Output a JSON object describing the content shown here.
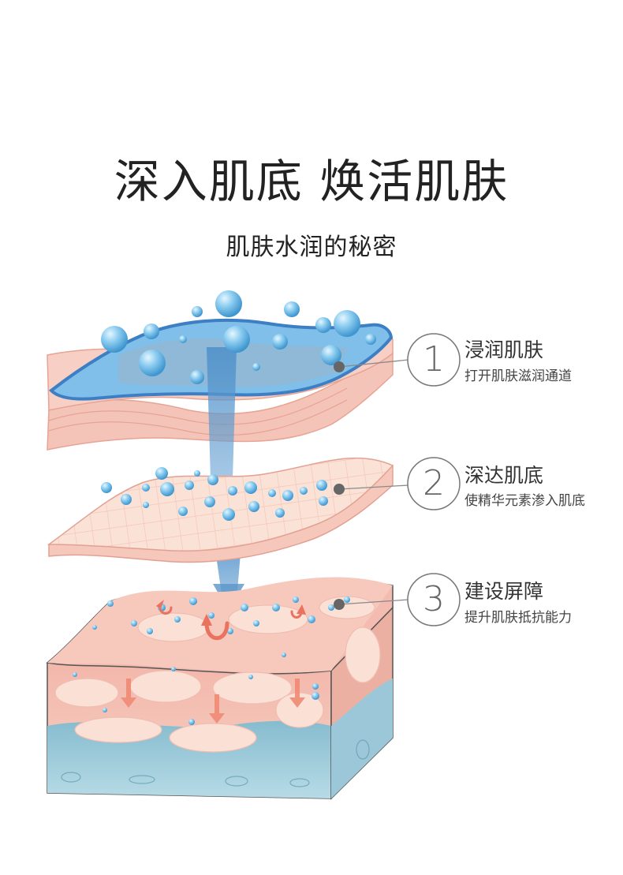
{
  "title": "深入肌底 焕活肌肤",
  "subtitle": "肌肤水润的秘密",
  "steps": [
    {
      "number": "1",
      "title": "浸润肌肤",
      "desc": "打开肌肤滋润通道"
    },
    {
      "number": "2",
      "title": "深达肌底",
      "desc": "使精华元素渗入肌底"
    },
    {
      "number": "3",
      "title": "建设屏障",
      "desc": "提升肌肤抵抗能力"
    }
  ],
  "colors": {
    "water": "#6cb6e4",
    "skin": "#f2b8ae",
    "skin_light": "#fbe3d8",
    "deep": "#8fc3d6",
    "accent": "#e9735e"
  }
}
